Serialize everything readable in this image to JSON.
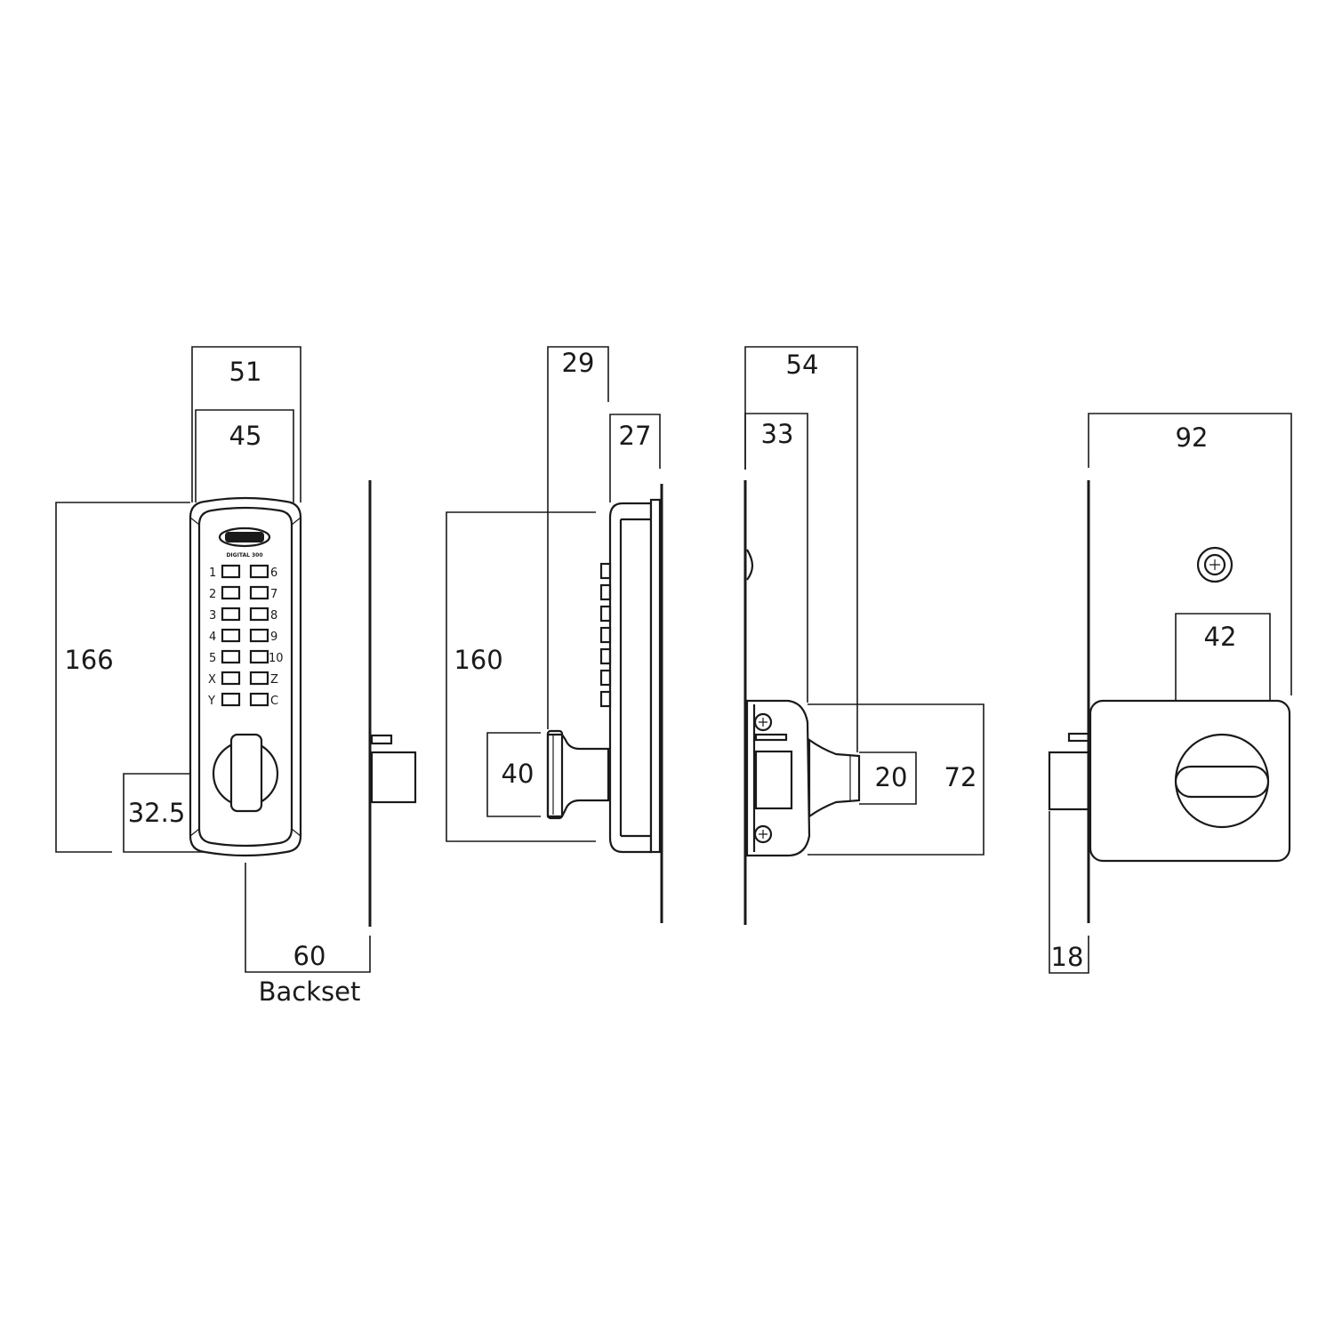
{
  "front_view": {
    "dims": {
      "overall_width": "51",
      "body_width": "45",
      "height": "166",
      "knob_offset": "32.5",
      "backset": "60",
      "backset_label": "Backset"
    },
    "brand_text": "DIGITAL 300",
    "keys_left": [
      "1",
      "2",
      "3",
      "4",
      "5",
      "X",
      "Y"
    ],
    "keys_right": [
      "6",
      "7",
      "8",
      "9",
      "10",
      "Z",
      "C"
    ]
  },
  "side_view": {
    "dims": {
      "overall_depth": "29",
      "body_depth": "27",
      "height": "160",
      "knob_height": "40"
    }
  },
  "lock_side_view": {
    "dims": {
      "overall_depth": "54",
      "body_depth": "33",
      "knob_height": "20",
      "body_height": "72"
    }
  },
  "rear_view": {
    "dims": {
      "width": "92",
      "knob_diameter": "42",
      "bolt_depth": "18"
    }
  }
}
